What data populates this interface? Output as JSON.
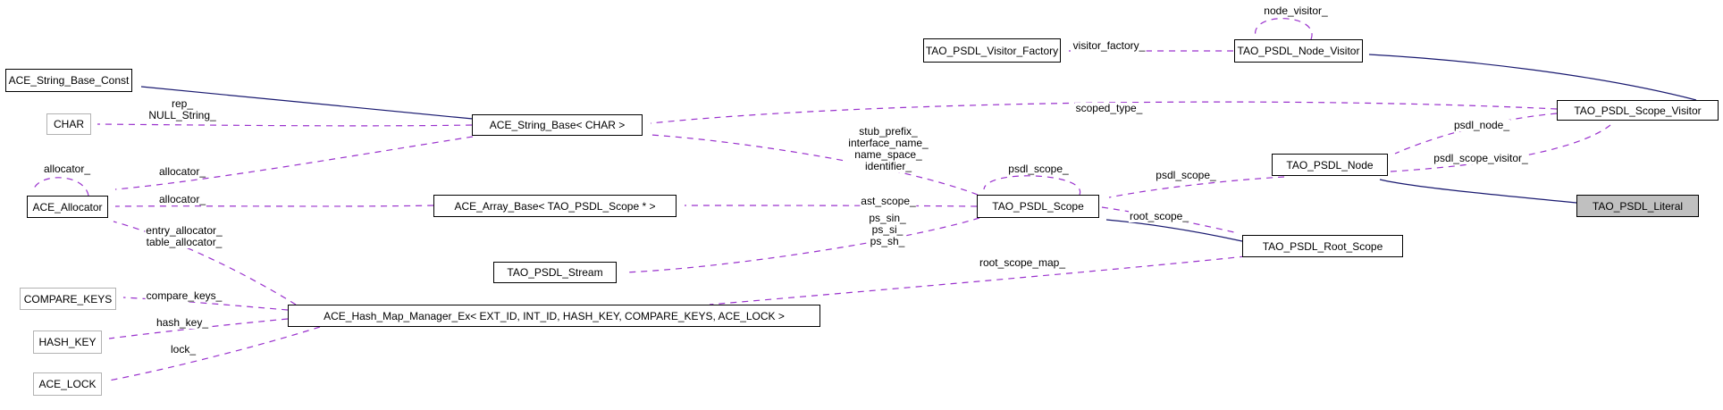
{
  "diagram": {
    "kind": "doxygen-collaboration-graph",
    "focus_node": "TAO_PSDL_Literal",
    "colors": {
      "background": "#ffffff",
      "inheritance_edge": "#191970",
      "usage_edge": "#9a32cd",
      "node_border": "#000000",
      "template_param_border": "#b2b2b2",
      "focus_node_fill": "#c0c0c0"
    },
    "nodes": [
      {
        "id": "const",
        "label": "ACE_String_Base_Const"
      },
      {
        "id": "char",
        "label": "CHAR"
      },
      {
        "id": "alloc",
        "label": "ACE_Allocator"
      },
      {
        "id": "ckeys",
        "label": "COMPARE_KEYS"
      },
      {
        "id": "hkey",
        "label": "HASH_KEY"
      },
      {
        "id": "lock",
        "label": "ACE_LOCK"
      },
      {
        "id": "sbase",
        "label": "ACE_String_Base< CHAR >"
      },
      {
        "id": "abase",
        "label": "ACE_Array_Base< TAO_PSDL_Scope * >"
      },
      {
        "id": "stream",
        "label": "TAO_PSDL_Stream"
      },
      {
        "id": "hmap",
        "label": "ACE_Hash_Map_Manager_Ex< EXT_ID, INT_ID, HASH_KEY, COMPARE_KEYS, ACE_LOCK >"
      },
      {
        "id": "vfactory",
        "label": "TAO_PSDL_Visitor_Factory"
      },
      {
        "id": "nvisitor",
        "label": "TAO_PSDL_Node_Visitor"
      },
      {
        "id": "scope",
        "label": "TAO_PSDL_Scope"
      },
      {
        "id": "node",
        "label": "TAO_PSDL_Node"
      },
      {
        "id": "svisitor",
        "label": "TAO_PSDL_Scope_Visitor"
      },
      {
        "id": "literal",
        "label": "TAO_PSDL_Literal"
      },
      {
        "id": "rscope",
        "label": "TAO_PSDL_Root_Scope"
      }
    ],
    "edge_labels": [
      {
        "id": "rep",
        "lines": [
          "rep_",
          "NULL_String_"
        ]
      },
      {
        "id": "allocator-self",
        "lines": [
          "allocator_"
        ]
      },
      {
        "id": "allocator-sbase",
        "lines": [
          "allocator_"
        ]
      },
      {
        "id": "allocator-abase",
        "lines": [
          "allocator_"
        ]
      },
      {
        "id": "entry-table",
        "lines": [
          "entry_allocator_",
          "table_allocator_"
        ]
      },
      {
        "id": "compare-keys",
        "lines": [
          "compare_keys_"
        ]
      },
      {
        "id": "hash-key",
        "lines": [
          "hash_key_"
        ]
      },
      {
        "id": "lock",
        "lines": [
          "lock_"
        ]
      },
      {
        "id": "scope-members",
        "lines": [
          "stub_prefix_",
          "interface_name_",
          "name_space_",
          "identifier_"
        ]
      },
      {
        "id": "ast-scope",
        "lines": [
          "ast_scope_"
        ]
      },
      {
        "id": "ps-group",
        "lines": [
          "ps_sin_",
          "ps_si_",
          "ps_sh_"
        ]
      },
      {
        "id": "psdl-scope-self",
        "lines": [
          "psdl_scope_"
        ]
      },
      {
        "id": "psdl-scope-node",
        "lines": [
          "psdl_scope_"
        ]
      },
      {
        "id": "root-scope",
        "lines": [
          "root_scope_"
        ]
      },
      {
        "id": "root-scope-map",
        "lines": [
          "root_scope_map_"
        ]
      },
      {
        "id": "node-visitor-self",
        "lines": [
          "node_visitor_"
        ]
      },
      {
        "id": "visitor-factory",
        "lines": [
          "visitor_factory_"
        ]
      },
      {
        "id": "scoped-type",
        "lines": [
          "scoped_type_"
        ]
      },
      {
        "id": "psdl-node",
        "lines": [
          "psdl_node_"
        ]
      },
      {
        "id": "psdl-scope-visitor",
        "lines": [
          "psdl_scope_visitor_"
        ]
      }
    ],
    "edges": [
      {
        "from": "ACE_String_Base< CHAR >",
        "to": "ACE_String_Base_Const",
        "style": "inheritance",
        "label": ""
      },
      {
        "from": "TAO_PSDL_Root_Scope",
        "to": "TAO_PSDL_Scope",
        "style": "inheritance",
        "label": ""
      },
      {
        "from": "TAO_PSDL_Literal",
        "to": "TAO_PSDL_Node",
        "style": "inheritance",
        "label": ""
      },
      {
        "from": "TAO_PSDL_Scope_Visitor",
        "to": "TAO_PSDL_Node_Visitor",
        "style": "inheritance",
        "label": ""
      },
      {
        "from": "ACE_String_Base< CHAR >",
        "to": "CHAR",
        "style": "usage",
        "label": "rep_ NULL_String_"
      },
      {
        "from": "ACE_Allocator",
        "to": "ACE_Allocator",
        "style": "usage",
        "label": "allocator_"
      },
      {
        "from": "ACE_String_Base< CHAR >",
        "to": "ACE_Allocator",
        "style": "usage",
        "label": "allocator_"
      },
      {
        "from": "ACE_Array_Base< TAO_PSDL_Scope * >",
        "to": "ACE_Allocator",
        "style": "usage",
        "label": "allocator_"
      },
      {
        "from": "ACE_Hash_Map_Manager_Ex< EXT_ID, INT_ID, HASH_KEY, COMPARE_KEYS, ACE_LOCK >",
        "to": "ACE_Allocator",
        "style": "usage",
        "label": "entry_allocator_ table_allocator_"
      },
      {
        "from": "ACE_Hash_Map_Manager_Ex< EXT_ID, INT_ID, HASH_KEY, COMPARE_KEYS, ACE_LOCK >",
        "to": "COMPARE_KEYS",
        "style": "usage",
        "label": "compare_keys_"
      },
      {
        "from": "ACE_Hash_Map_Manager_Ex< EXT_ID, INT_ID, HASH_KEY, COMPARE_KEYS, ACE_LOCK >",
        "to": "HASH_KEY",
        "style": "usage",
        "label": "hash_key_"
      },
      {
        "from": "ACE_Hash_Map_Manager_Ex< EXT_ID, INT_ID, HASH_KEY, COMPARE_KEYS, ACE_LOCK >",
        "to": "ACE_LOCK",
        "style": "usage",
        "label": "lock_"
      },
      {
        "from": "TAO_PSDL_Scope",
        "to": "ACE_String_Base< CHAR >",
        "style": "usage",
        "label": "stub_prefix_ interface_name_ name_space_ identifier_"
      },
      {
        "from": "TAO_PSDL_Scope_Visitor",
        "to": "ACE_String_Base< CHAR >",
        "style": "usage",
        "label": "scoped_type_"
      },
      {
        "from": "TAO_PSDL_Scope",
        "to": "ACE_Array_Base< TAO_PSDL_Scope * >",
        "style": "usage",
        "label": "ast_scope_"
      },
      {
        "from": "TAO_PSDL_Scope",
        "to": "TAO_PSDL_Stream",
        "style": "usage",
        "label": "ps_sin_ ps_si_ ps_sh_"
      },
      {
        "from": "TAO_PSDL_Scope",
        "to": "TAO_PSDL_Scope",
        "style": "usage",
        "label": "psdl_scope_"
      },
      {
        "from": "TAO_PSDL_Node",
        "to": "TAO_PSDL_Scope",
        "style": "usage",
        "label": "psdl_scope_"
      },
      {
        "from": "TAO_PSDL_Scope",
        "to": "TAO_PSDL_Root_Scope",
        "style": "usage",
        "label": "root_scope_"
      },
      {
        "from": "TAO_PSDL_Root_Scope",
        "to": "ACE_Hash_Map_Manager_Ex< EXT_ID, INT_ID, HASH_KEY, COMPARE_KEYS, ACE_LOCK >",
        "style": "usage",
        "label": "root_scope_map_"
      },
      {
        "from": "TAO_PSDL_Node",
        "to": "TAO_PSDL_Scope_Visitor",
        "style": "usage",
        "label": "psdl_scope_visitor_"
      },
      {
        "from": "TAO_PSDL_Scope_Visitor",
        "to": "TAO_PSDL_Node",
        "style": "usage",
        "label": "psdl_node_"
      },
      {
        "from": "TAO_PSDL_Node_Visitor",
        "to": "TAO_PSDL_Node_Visitor",
        "style": "usage",
        "label": "node_visitor_"
      },
      {
        "from": "TAO_PSDL_Node_Visitor",
        "to": "TAO_PSDL_Visitor_Factory",
        "style": "usage",
        "label": "visitor_factory_"
      }
    ]
  }
}
